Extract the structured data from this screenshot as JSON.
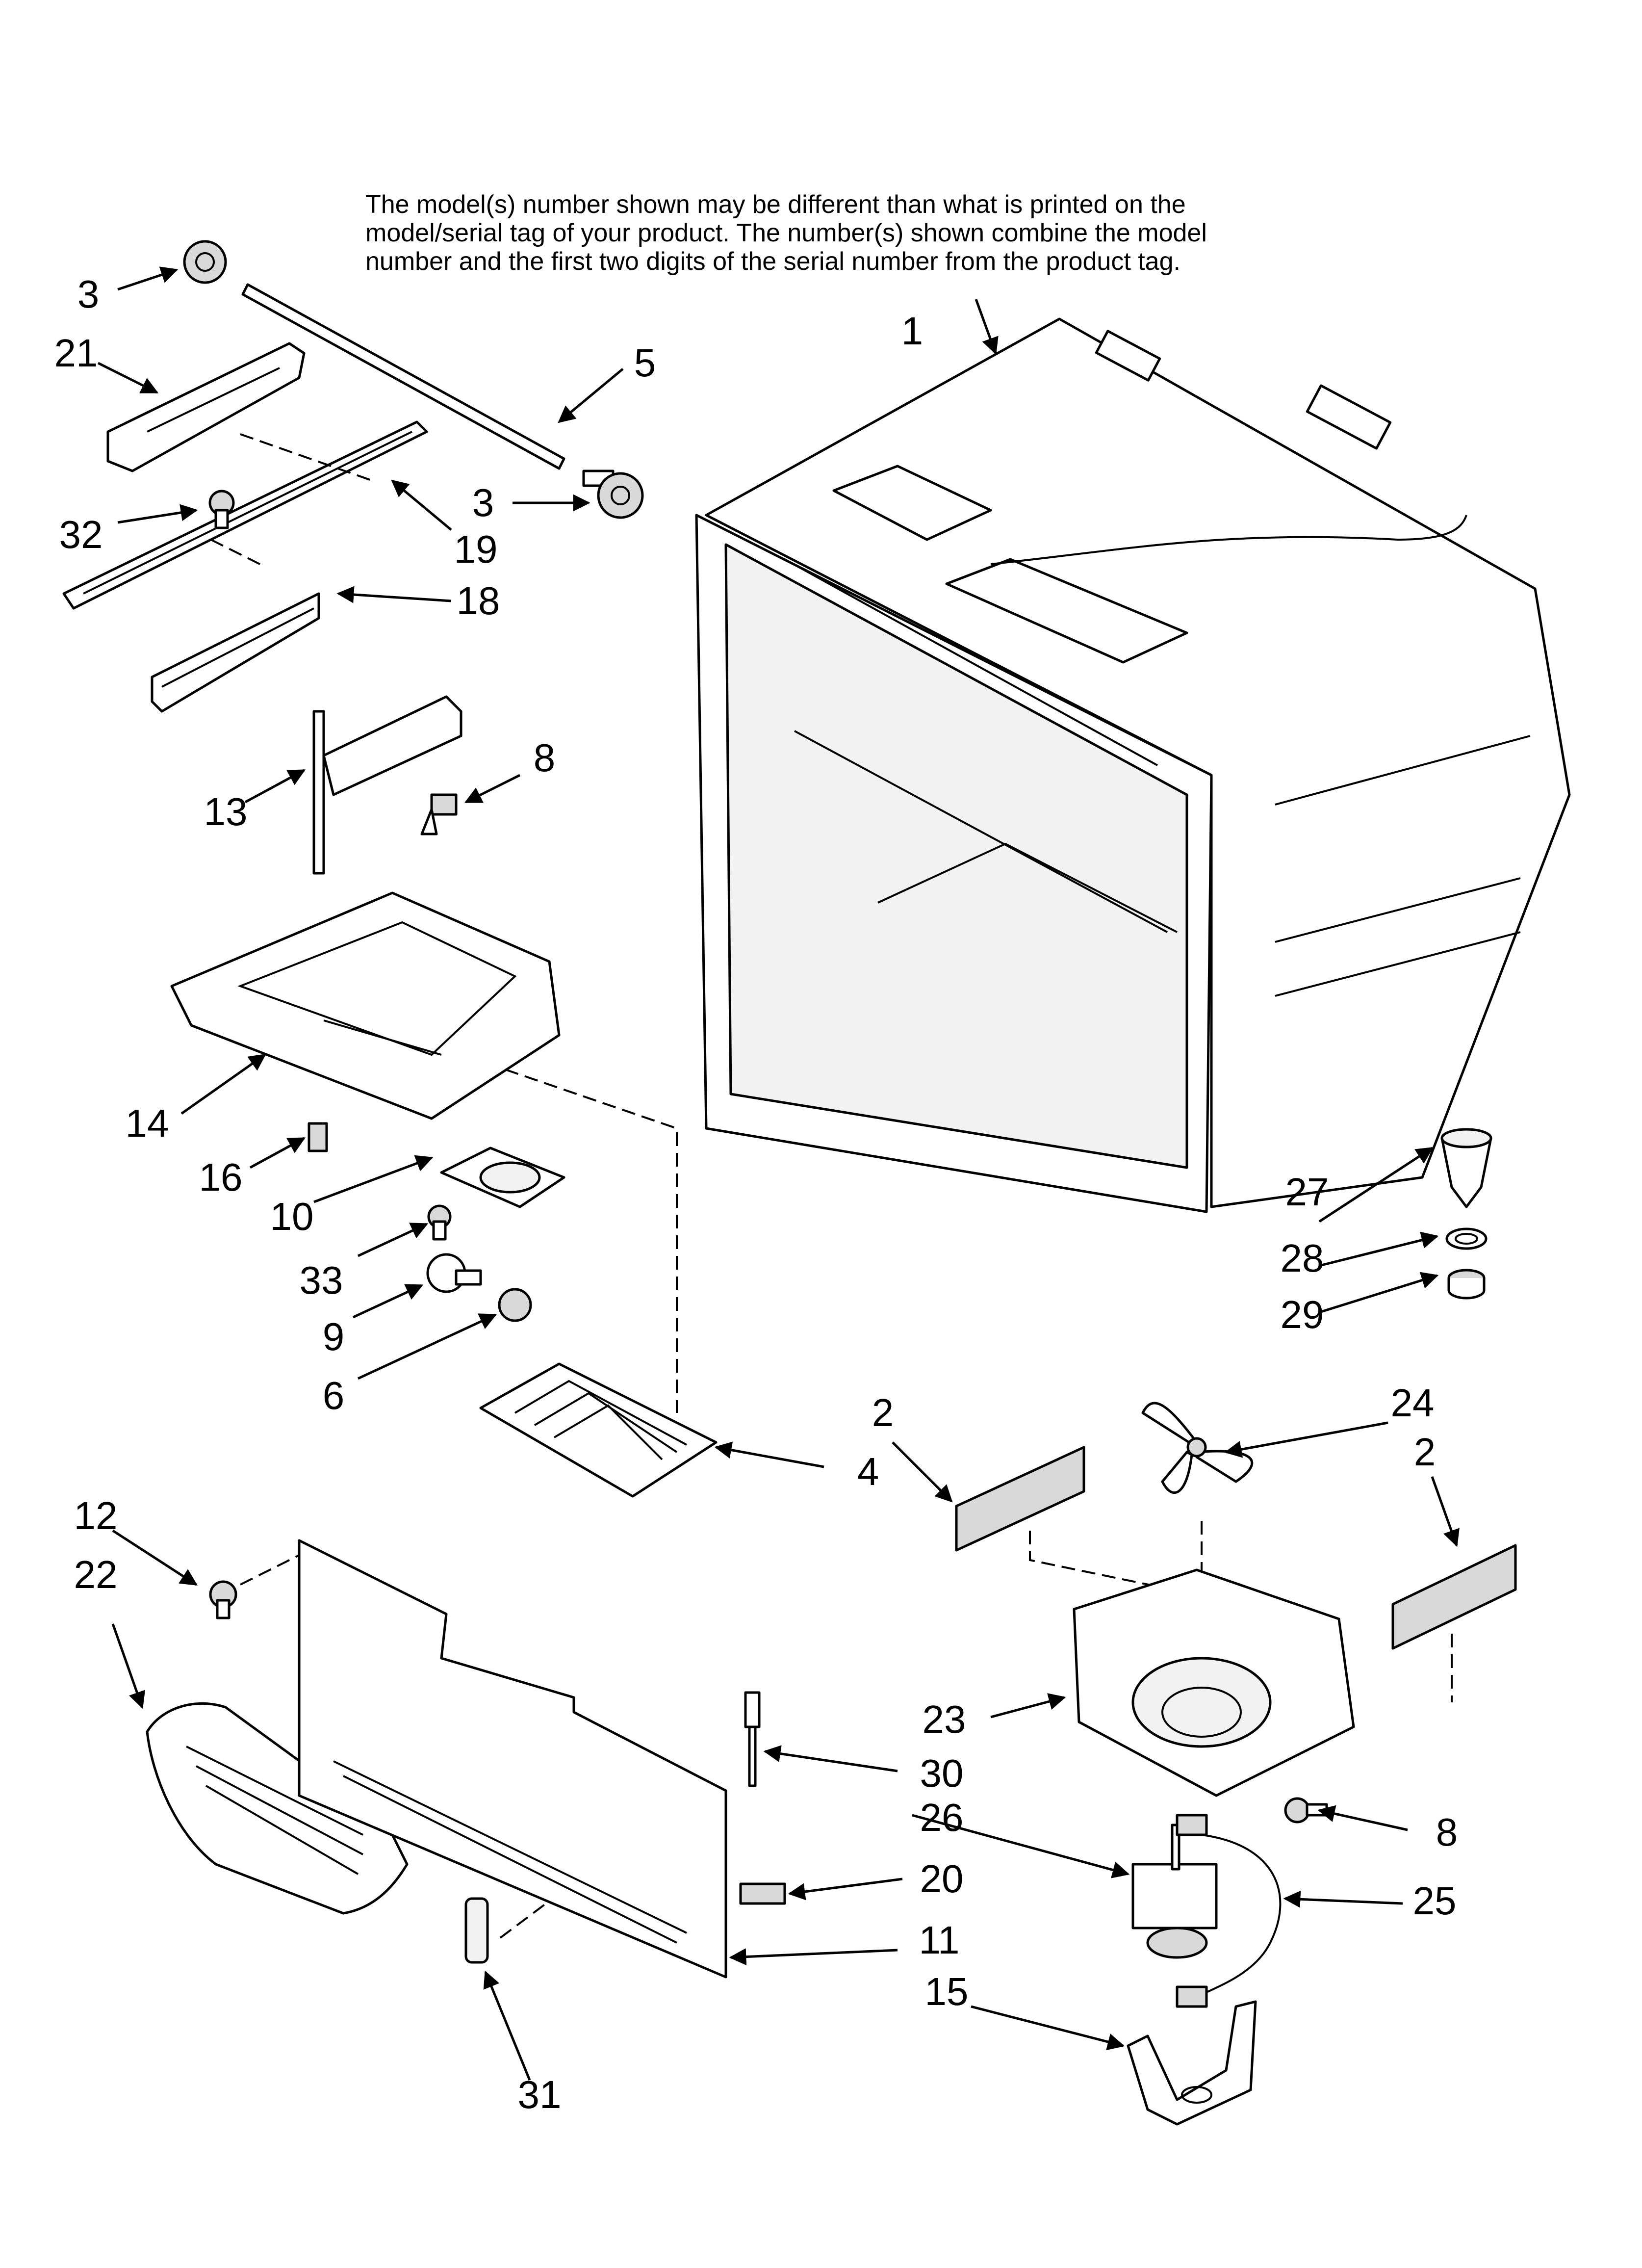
{
  "note": {
    "line1": "The model(s) number shown may be different than what is printed on the",
    "line2": "model/serial tag of your product. The number(s) shown combine the model",
    "line3": "number and the first two digits of the serial number from the product tag."
  },
  "callouts": {
    "c1": "1",
    "c2a": "2",
    "c2b": "2",
    "c3a": "3",
    "c3b": "3",
    "c4": "4",
    "c5": "5",
    "c6": "6",
    "c8a": "8",
    "c8b": "8",
    "c9": "9",
    "c10": "10",
    "c11": "11",
    "c12": "12",
    "c13": "13",
    "c14": "14",
    "c15": "15",
    "c16": "16",
    "c18": "18",
    "c19": "19",
    "c20": "20",
    "c21": "21",
    "c22": "22",
    "c23": "23",
    "c24": "24",
    "c25": "25",
    "c26": "26",
    "c27": "27",
    "c28": "28",
    "c29": "29",
    "c30": "30",
    "c31": "31",
    "c32": "32",
    "c33": "33"
  }
}
